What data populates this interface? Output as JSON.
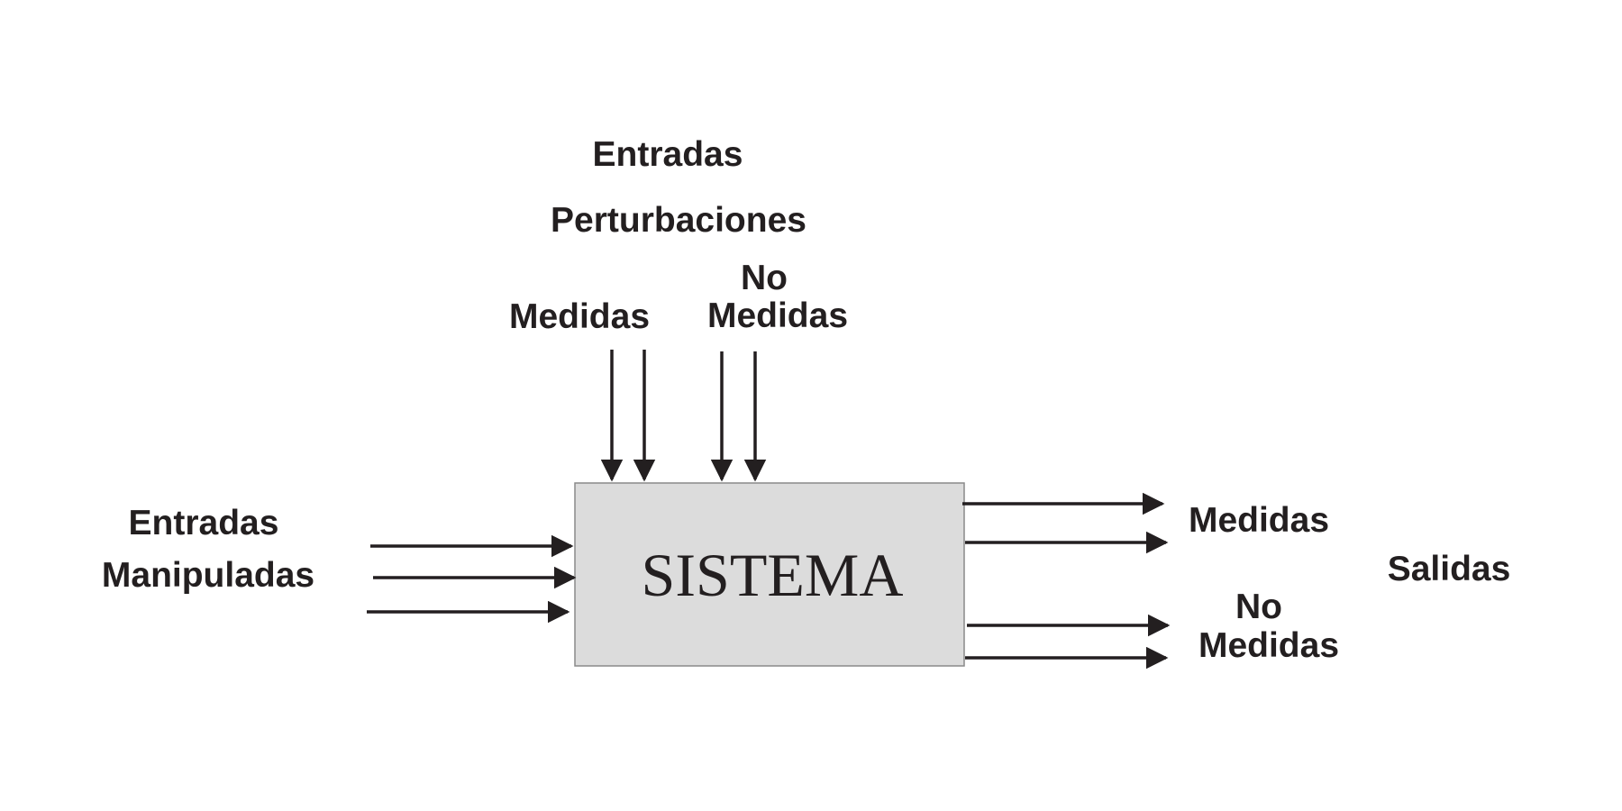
{
  "system_label": "SISTEMA",
  "inputs_top": {
    "title": "Entradas",
    "subtitle": "Perturbaciones",
    "measured": "Medidas",
    "unmeasured_line1": "No",
    "unmeasured_line2": "Medidas"
  },
  "inputs_left": {
    "line1": "Entradas",
    "line2": "Manipuladas"
  },
  "outputs": {
    "title": "Salidas",
    "measured": "Medidas",
    "unmeasured_line1": "No",
    "unmeasured_line2": "Medidas"
  },
  "colors": {
    "ink": "#231f20",
    "box_fill": "#dcdcdc",
    "box_border": "#8a8a8a"
  }
}
